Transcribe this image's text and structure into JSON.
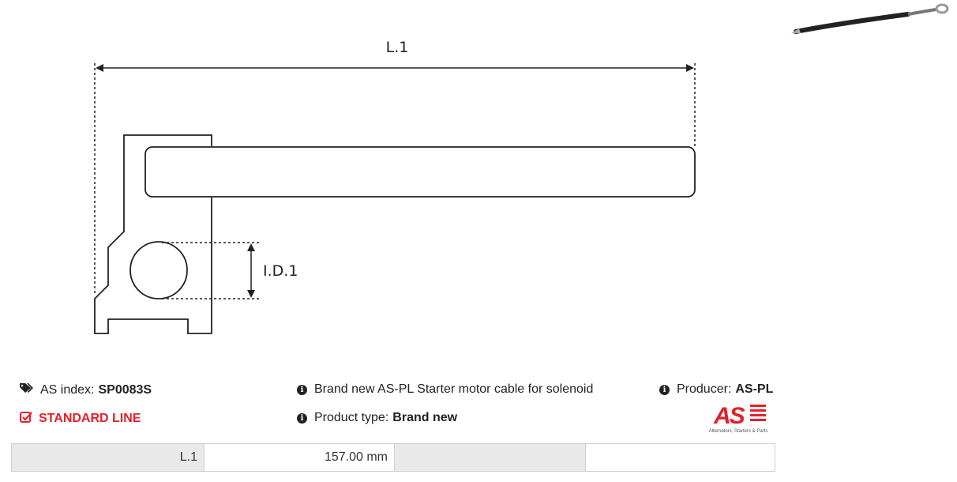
{
  "drawing": {
    "dim_length_label": "L.1",
    "dim_inner_diameter_label": "I.D.1"
  },
  "info": {
    "index_label": "AS index:",
    "index_value": "SP0083S",
    "line_label": "STANDARD LINE",
    "description": "Brand new AS-PL Starter motor cable for solenoid",
    "product_type_label": "Product type:",
    "product_type_value": "Brand new",
    "producer_label": "Producer:",
    "producer_value": "AS-PL"
  },
  "logo": {
    "text": "AS",
    "tagline": "Alternators, Starters & Parts",
    "color": "#e4202a"
  },
  "specs": {
    "rows": [
      {
        "name": "L.1",
        "value": "157.00 mm",
        "name2": "",
        "value2": ""
      }
    ]
  },
  "icons": [
    "tags-icon",
    "check-square-icon",
    "info-circle-icon"
  ],
  "colors": {
    "accent": "#e4202a",
    "table_header_bg": "#e9e9e9"
  }
}
